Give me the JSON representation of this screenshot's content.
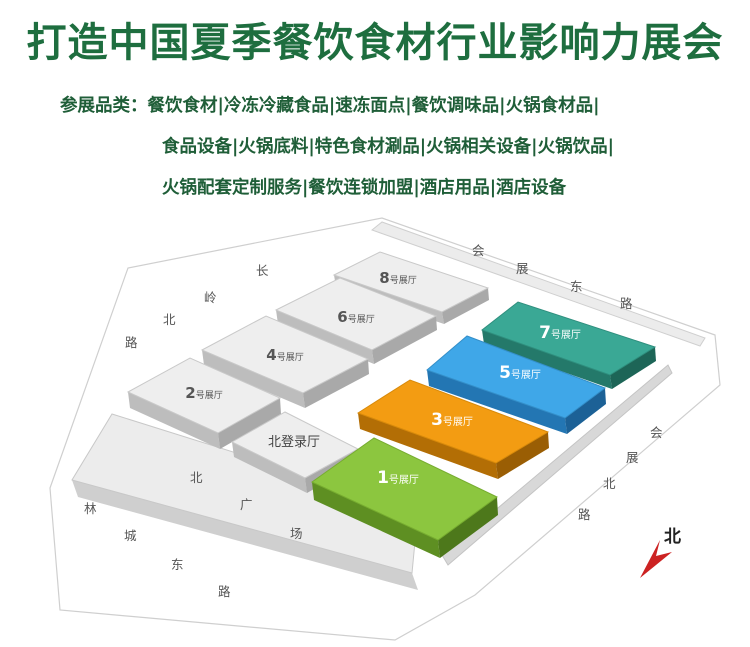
{
  "title": "打造中国夏季餐饮食材行业影响力展会",
  "categories": {
    "line1": "参展品类：餐饮食材|冷冻冷藏食品|速冻面点|餐饮调味品|火锅食材品|",
    "line2": "食品设备|火锅底料|特色食材涮品|火锅相关设备|火锅饮品|",
    "line3": "火锅配套定制服务|餐饮连锁加盟|酒店用品|酒店设备"
  },
  "halls": {
    "h1": {
      "num": "1",
      "suffix": "号展厅",
      "color": "#8cc63f"
    },
    "h2": {
      "num": "2",
      "suffix": "号展厅",
      "color": "#eeeeee"
    },
    "h3": {
      "num": "3",
      "suffix": "号展厅",
      "color": "#f39c12"
    },
    "h4": {
      "num": "4",
      "suffix": "号展厅",
      "color": "#eeeeee"
    },
    "h5": {
      "num": "5",
      "suffix": "号展厅",
      "color": "#3fa7e8"
    },
    "h6": {
      "num": "6",
      "suffix": "号展厅",
      "color": "#eeeeee"
    },
    "h7": {
      "num": "7",
      "suffix": "号展厅",
      "color": "#3aa895"
    },
    "h8": {
      "num": "8",
      "suffix": "号展厅",
      "color": "#eeeeee"
    },
    "north_reg": "北登录厅"
  },
  "plaza": {
    "c1": "北",
    "c2": "广",
    "c3": "场"
  },
  "roads": {
    "top": [
      "会",
      "展",
      "东",
      "路"
    ],
    "left": [
      "长",
      "岭",
      "北",
      "路"
    ],
    "right": [
      "会",
      "展",
      "北",
      "路"
    ],
    "bottom": [
      "林",
      "城",
      "东",
      "路"
    ]
  },
  "compass": {
    "label": "北",
    "color": "#cc2222"
  }
}
